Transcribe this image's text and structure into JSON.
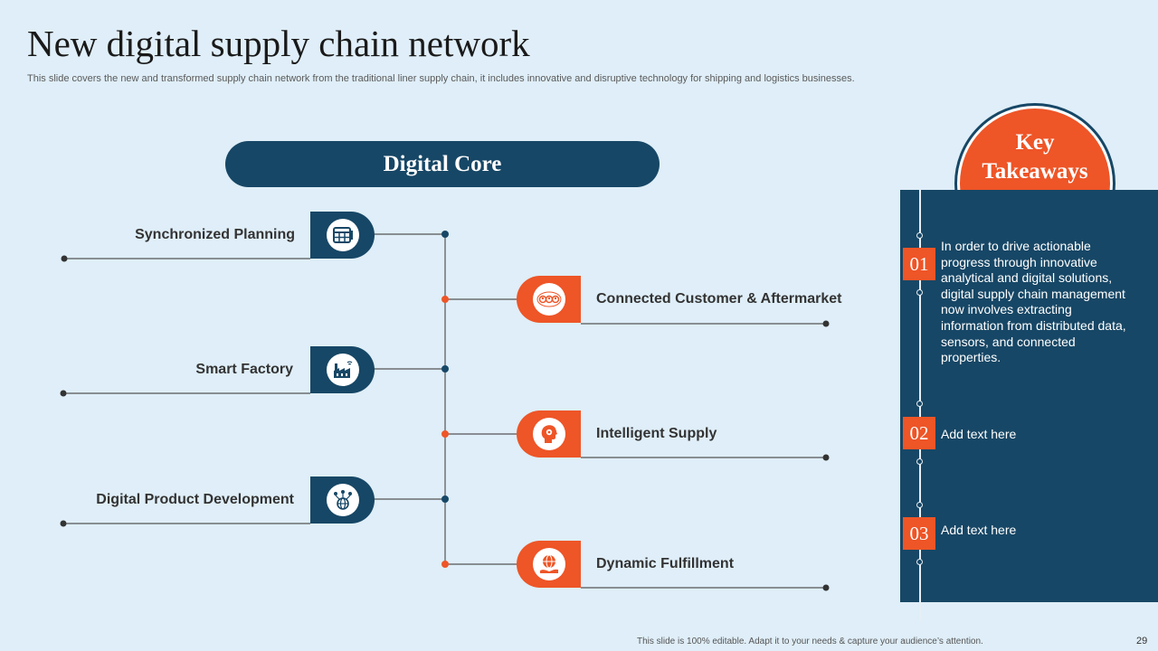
{
  "slide": {
    "title": "New digital supply chain network",
    "subtitle": "This slide covers the new and transformed supply chain network from the traditional liner supply chain, it includes innovative and disruptive technology for  shipping and logistics businesses.",
    "core_label": "Digital Core",
    "footer_note": "This slide is 100% editable.  Adapt it to your needs & capture your audience’s attention.",
    "page_number": "29"
  },
  "left_items": [
    {
      "label": "Synchronized Planning",
      "icon": "calendar-grid-icon"
    },
    {
      "label": "Smart Factory",
      "icon": "factory-icon"
    },
    {
      "label": "Digital Product Development",
      "icon": "globe-network-icon"
    }
  ],
  "right_items": [
    {
      "label": "Connected Customer & Aftermarket",
      "icon": "connected-people-icon"
    },
    {
      "label": "Intelligent  Supply",
      "icon": "head-gear-icon"
    },
    {
      "label": "Dynamic Fulfillment",
      "icon": "globe-hand-icon"
    }
  ],
  "key_takeaways": {
    "title_line1": "Key",
    "title_line2": "Takeaways",
    "items": [
      {
        "number": "01",
        "text": "In order to drive actionable progress through innovative analytical and digital solutions, digital supply chain management now involves extracting information from distributed data, sensors, and connected properties."
      },
      {
        "number": "02",
        "text": "Add text here"
      },
      {
        "number": "03",
        "text": "Add text here"
      }
    ]
  },
  "colors": {
    "background": "#dfeef8",
    "navy": "#174766",
    "orange": "#ee5527"
  }
}
